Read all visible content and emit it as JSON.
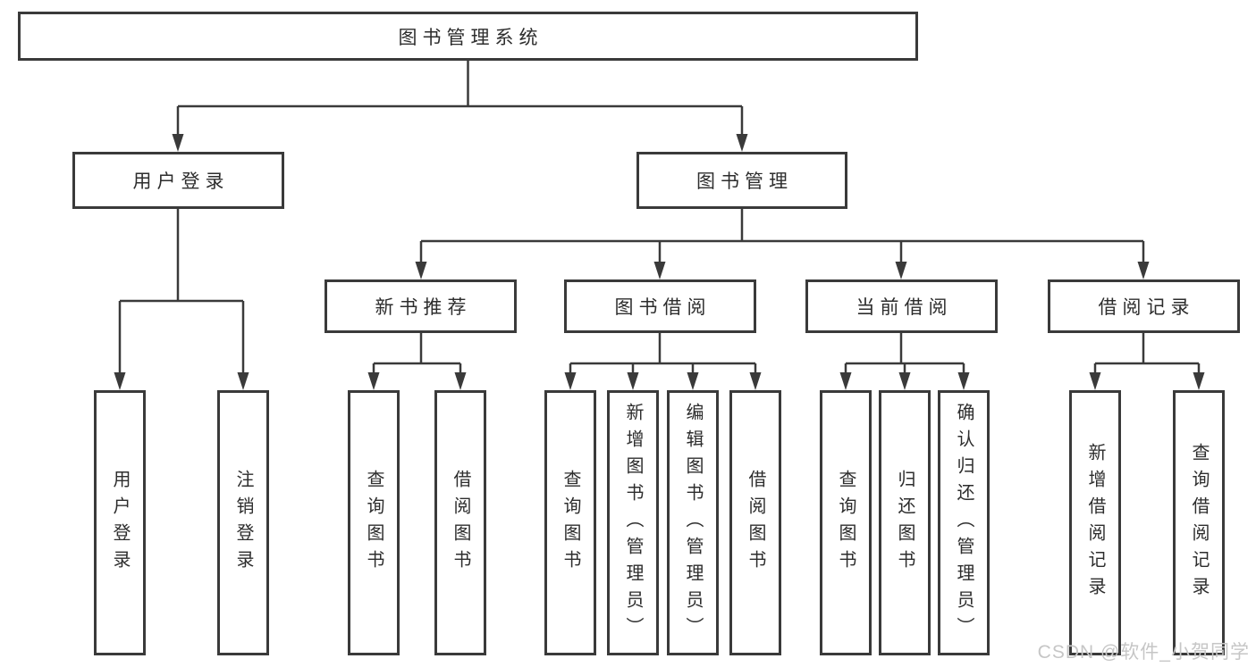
{
  "diagram": {
    "root": "图书管理系统",
    "level2": {
      "user_login": "用户登录",
      "book_mgmt": "图书管理"
    },
    "level3": {
      "new_book": "新书推荐",
      "borrow": "图书借阅",
      "current": "当前借阅",
      "records": "借阅记录"
    },
    "leaves": {
      "user_login": [
        "用户登录",
        "注销登录"
      ],
      "new_book": [
        "查询图书",
        "借阅图书"
      ],
      "borrow": [
        "查询图书",
        "新增图书（管理员）",
        "编辑图书（管理员）",
        "借阅图书"
      ],
      "current": [
        "查询图书",
        "归还图书",
        "确认归还（管理员）"
      ],
      "records": [
        "新增借阅记录",
        "查询借阅记录"
      ]
    }
  },
  "watermark": "CSDN @软件_小贺同学",
  "colors": {
    "line": "#3a3a3a",
    "text": "#2d2d2d",
    "watermark": "#c6c6c6",
    "background": "#ffffff"
  }
}
